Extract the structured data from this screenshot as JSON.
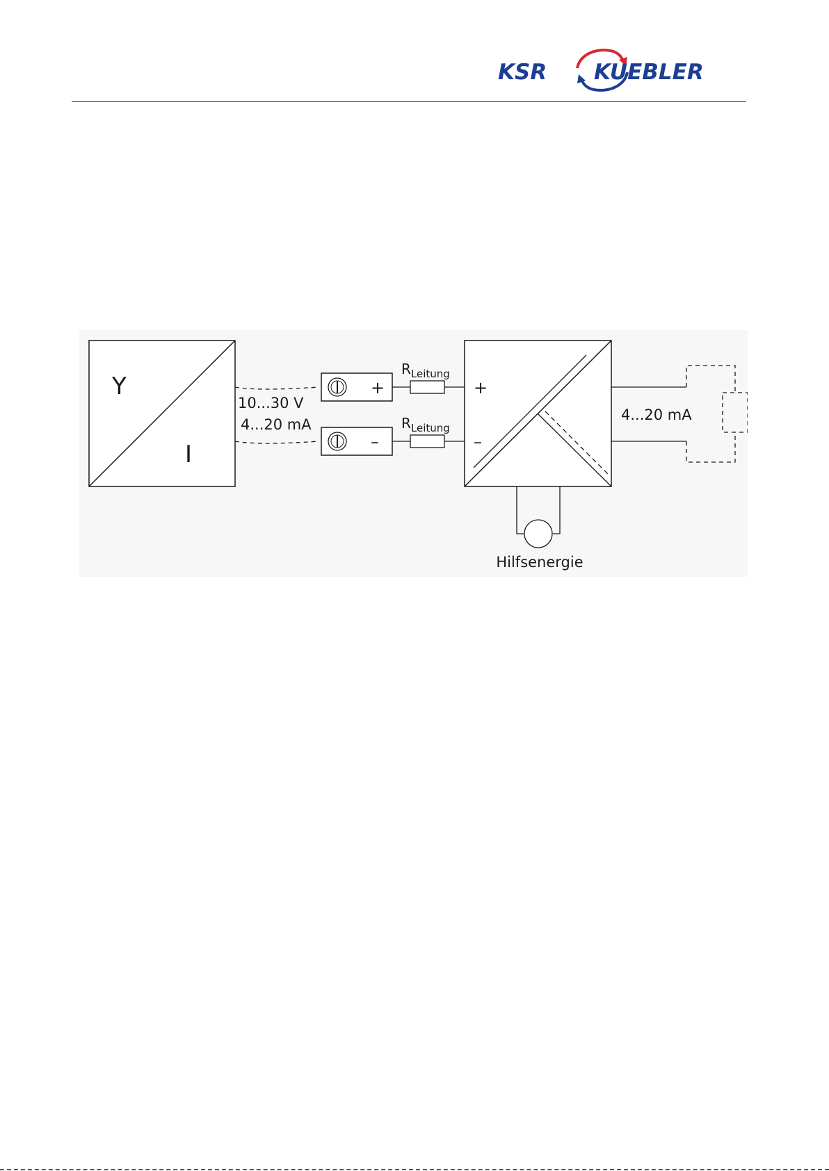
{
  "header": {
    "logo": {
      "left_word": "KSR",
      "right_word": "KUEBLER",
      "color_blue": "#1c3f94",
      "color_red": "#d8282d"
    }
  },
  "diagram": {
    "transmitter": {
      "top_symbol": "Y",
      "bottom_symbol": "I"
    },
    "supply_labels": {
      "voltage": "10...30 V",
      "current": "4...20 mA"
    },
    "terminals": {
      "plus": "+",
      "minus": "–"
    },
    "line_resistance": {
      "base": "R",
      "subscript": "Leitung"
    },
    "isolator": {
      "plus": "+",
      "minus": "–"
    },
    "output_label": "4...20 mA",
    "auxiliary_power_label": "Hilfsenergie"
  }
}
